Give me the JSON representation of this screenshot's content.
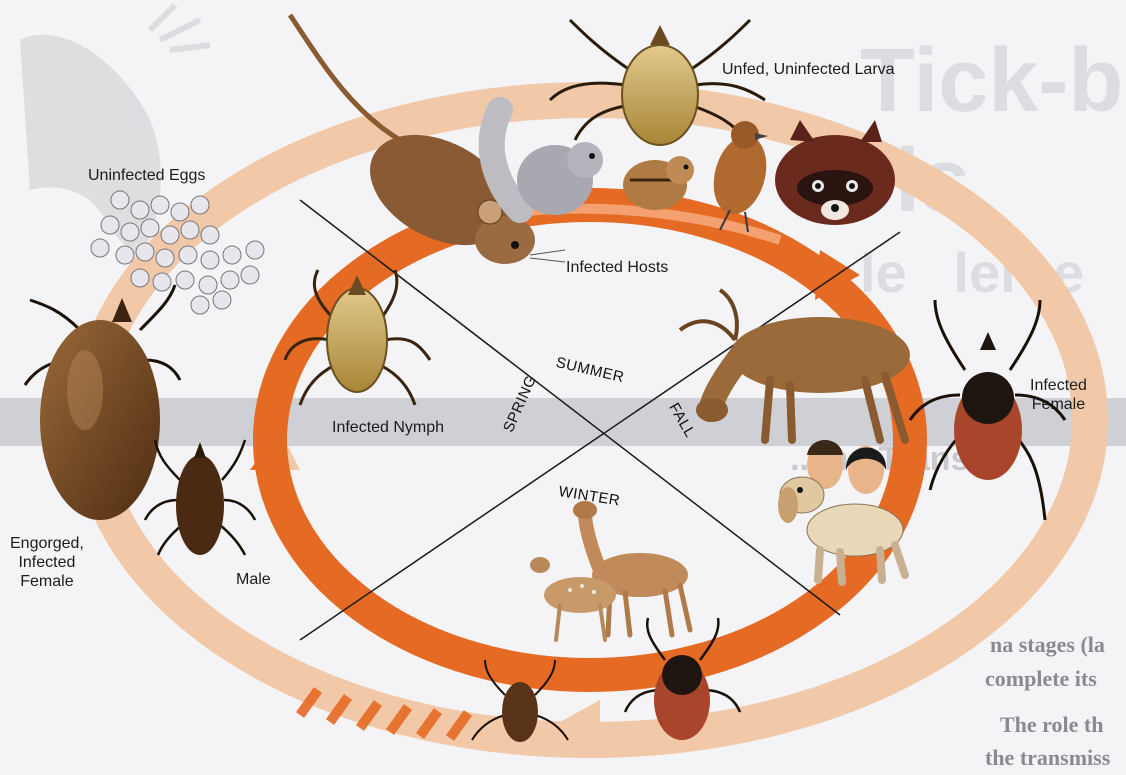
{
  "background_text": {
    "title_lines": [
      "Tick-b",
      "Dis",
      "le   lerse"
    ],
    "banner_text": "...ing Trans",
    "column_text": [
      "na stages (la",
      "complete its",
      "The role th",
      "the transmiss"
    ]
  },
  "labels": {
    "uninfected_eggs": "Uninfected Eggs",
    "unfed_larva": "Unfed, Uninfected Larva",
    "infected_hosts": "Infected Hosts",
    "infected_nymph": "Infected Nymph",
    "infected_female": "Infected\nFemale",
    "engorged_female": "Engorged,\nInfected\nFemale",
    "male": "Male"
  },
  "seasons": {
    "summer": "SUMMER",
    "spring": "SPRING",
    "fall": "FALL",
    "winter": "WINTER"
  },
  "colors": {
    "outer_ring": "#f1c9a8",
    "inner_ring": "#e56a24",
    "tick_brown": "#7a4a24",
    "tick_red": "#a8452a",
    "larva_tan": "#c9a862"
  }
}
